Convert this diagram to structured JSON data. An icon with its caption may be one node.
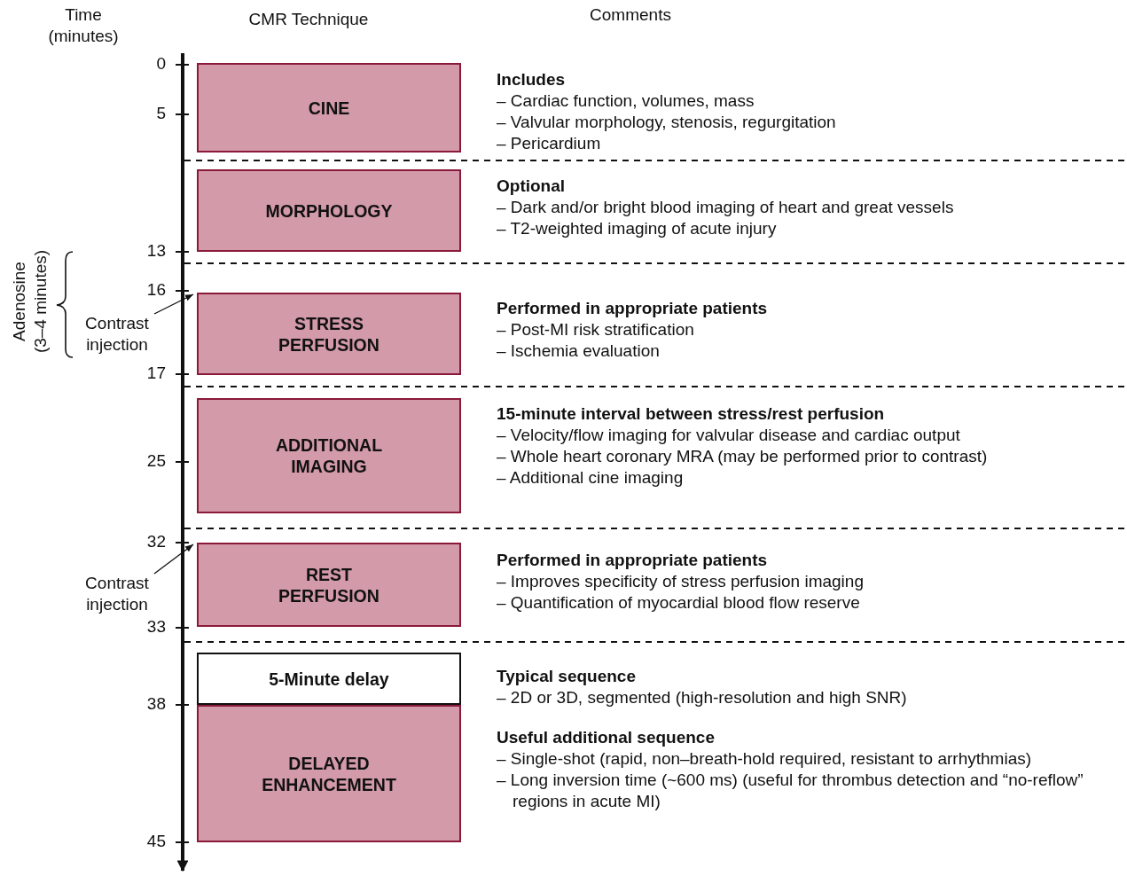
{
  "diagram": {
    "nodes": [
      {
        "text": [
          "CINE"
        ]
      },
      {
        "text": [
          "MORPHOLOGY"
        ]
      },
      {
        "text": [
          "STRESS PERFUSION"
        ]
      },
      {
        "text": [
          "ADDITIONAL IMAGING"
        ]
      },
      {
        "text": [
          "REST PERFUSION"
        ]
      },
      {
        "text": [
          "5-Minute delay"
        ]
      },
      {
        "text": [
          "DELAYED ENHANCEMENT"
        ]
      },
      {
        "text": [
          "Contrast injection"
        ]
      },
      {
        "text": [
          "Contrast injection"
        ]
      }
    ],
    "edges": [
      {
        "from": 7,
        "to": 2,
        "arrow": "to"
      },
      {
        "from": 8,
        "to": 4,
        "arrow": "to"
      }
    ],
    "labels": [
      "Time (minutes)",
      "CMR Technique",
      "Comments",
      "0",
      "5",
      "13",
      "16",
      "17",
      "25",
      "32",
      "33",
      "38",
      "45",
      "Adenosine (3–4 minutes)",
      "Includes",
      "– Cardiac function, volumes, mass",
      "– Valvular morphology, stenosis, regurgitation",
      "– Pericardium",
      "Optional",
      "– Dark and/or bright blood imaging of heart and great vessels",
      "– T2-weighted imaging of acute injury",
      "Performed in appropriate patients",
      "– Post-MI risk stratification",
      "– Ischemia evaluation",
      "15-minute interval between stress/rest perfusion",
      "– Velocity/flow imaging for valvular disease and cardiac output",
      "– Whole heart coronary MRA (may be performed prior to contrast)",
      "– Additional cine imaging",
      "Performed in appropriate patients",
      "– Improves specificity of stress perfusion imaging",
      "– Quantification of myocardial blood flow reserve",
      "Typical sequence",
      "– 2D or 3D, segmented (high-resolution and high SNR)",
      "Useful additional sequence",
      "– Single-shot (rapid, non–breath-hold required, resistant to arrhythmias)",
      "– Long inversion time (~600 ms) (useful for thrombus detection and “no-reflow” regions in acute MI)"
    ]
  }
}
